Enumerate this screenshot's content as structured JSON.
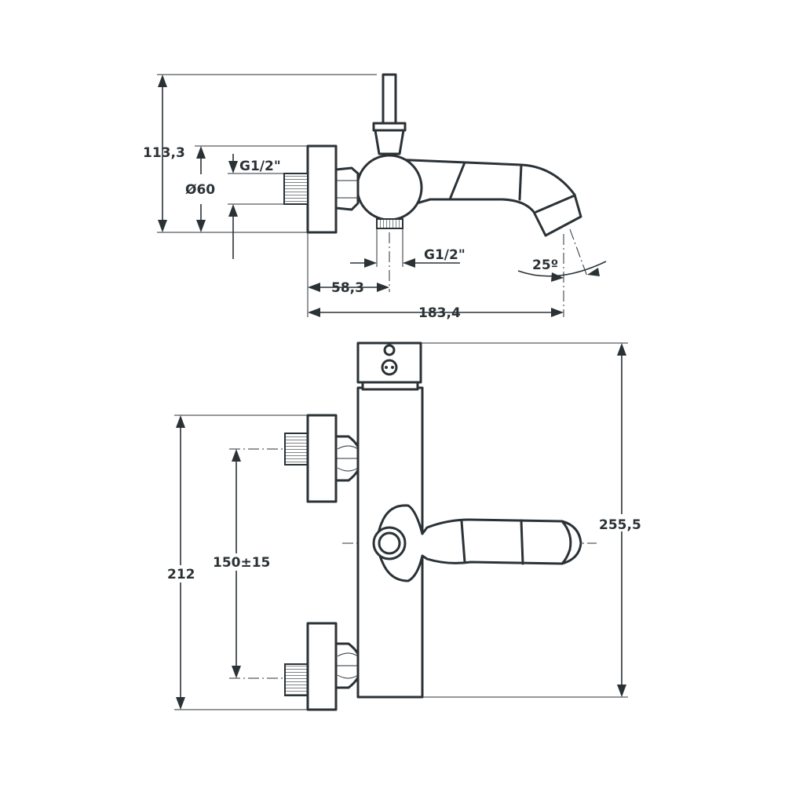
{
  "dimensions": {
    "total_height_side": "113,3",
    "flange_diameter": "Ø60",
    "inlet_thread_side": "G1/2\"",
    "outlet_thread": "G1/2\"",
    "spout_angle": "25º",
    "wall_to_outlet": "58,3",
    "total_projection": "183,4",
    "total_height_front": "255,5",
    "overall_height_front": "212",
    "inlet_spacing": "150±15"
  },
  "colors": {
    "line": "#2b3236",
    "background": "#ffffff"
  }
}
